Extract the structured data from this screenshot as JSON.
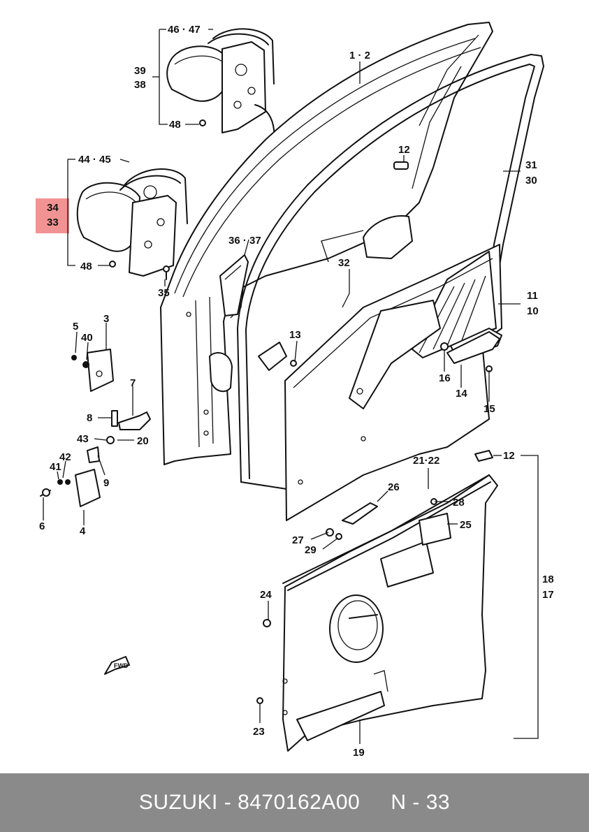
{
  "footer": {
    "brand": "SUZUKI",
    "separator": " - ",
    "part_number": "8470162A00",
    "page_gap": "     ",
    "page_ref": "N - 33"
  },
  "highlight_color": "#f08080",
  "labels": {
    "p46_47": "46 · 47",
    "p39": "39",
    "p38": "38",
    "p48a": "48",
    "p1_2": "1 · 2",
    "p12a": "12",
    "p31": "31",
    "p30": "30",
    "p44_45": "44 · 45",
    "p34": "34",
    "p33": "33",
    "p48b": "48",
    "p36_37": "36 · 37",
    "p35": "35",
    "p32": "32",
    "p11": "11",
    "p10": "10",
    "p5": "5",
    "p3": "3",
    "p40": "40",
    "p13": "13",
    "p16a": "16",
    "p14": "14",
    "p15": "15",
    "p7": "7",
    "p8": "8",
    "p43": "43",
    "p20": "20",
    "p42": "42",
    "p41": "41",
    "p9": "9",
    "p6": "6",
    "p4": "4",
    "p12b": "12",
    "p21_22": "21·22",
    "p26": "26",
    "p28": "28",
    "p25": "25",
    "p27": "27",
    "p29": "29",
    "p18": "18",
    "p17": "17",
    "p24": "24",
    "p23": "23",
    "p19": "19",
    "fwd": "FWD"
  }
}
